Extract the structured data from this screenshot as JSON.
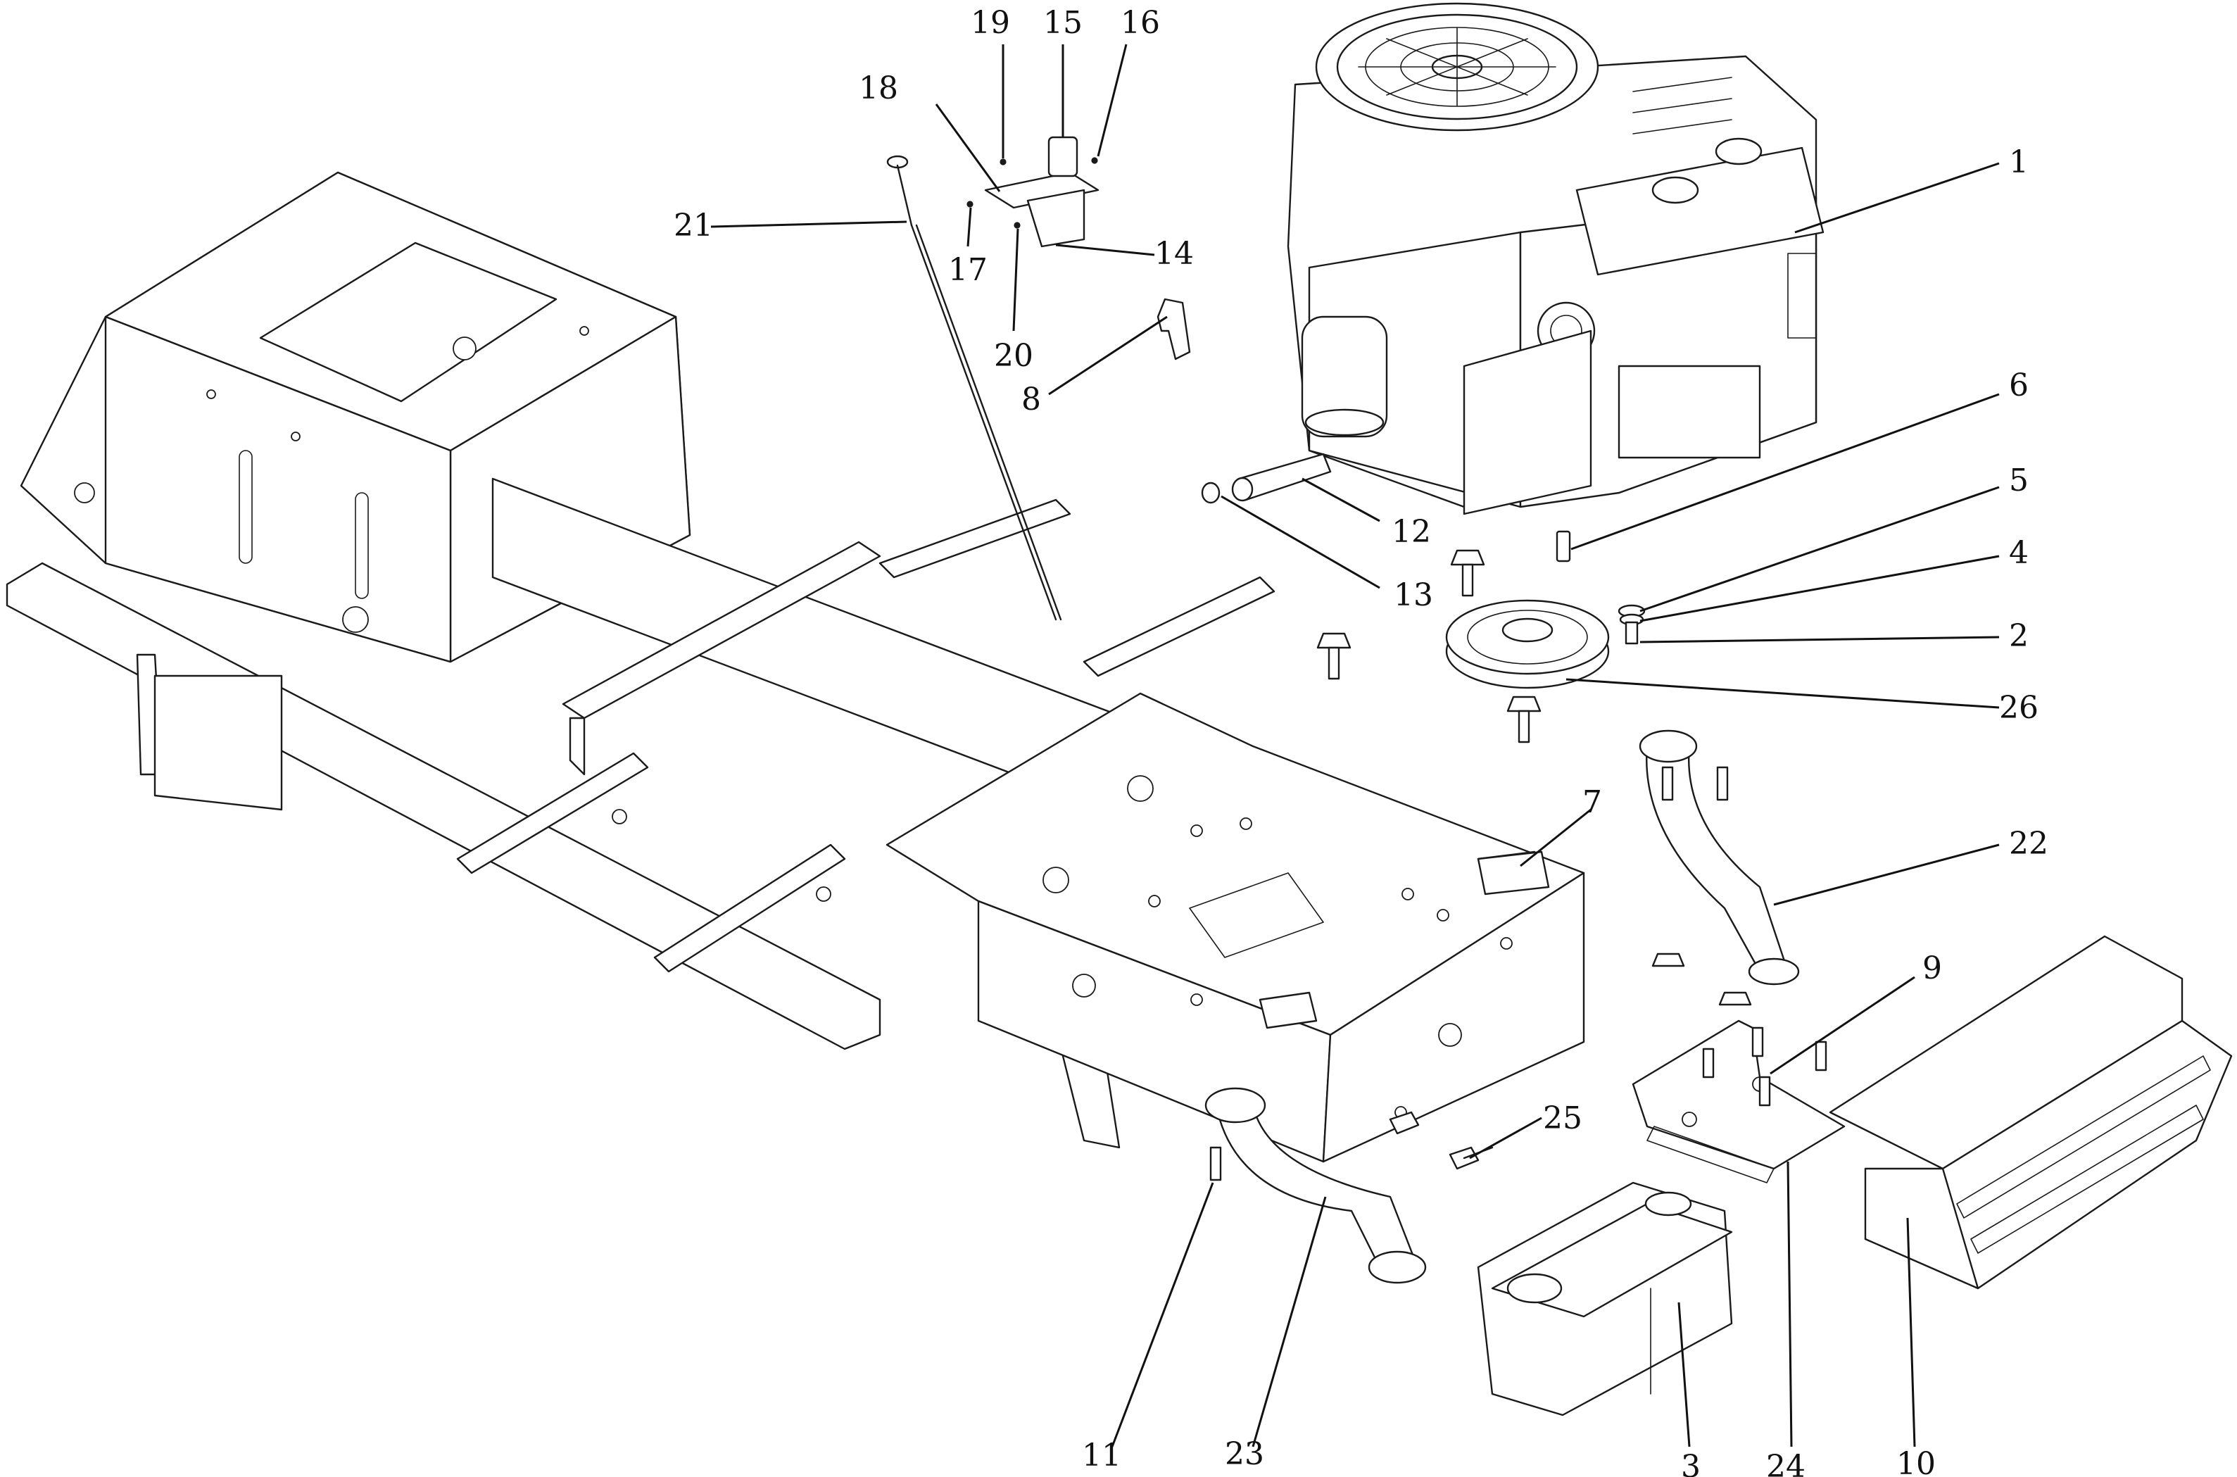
{
  "diagram": {
    "callouts": [
      {
        "id": "1",
        "label": "1",
        "part": "engine"
      },
      {
        "id": "2",
        "label": "2",
        "part": "bolt"
      },
      {
        "id": "3",
        "label": "3",
        "part": "muffler"
      },
      {
        "id": "4",
        "label": "4",
        "part": "lock-washer"
      },
      {
        "id": "5",
        "label": "5",
        "part": "flat-washer"
      },
      {
        "id": "6",
        "label": "6",
        "part": "key"
      },
      {
        "id": "7",
        "label": "7",
        "part": "decal"
      },
      {
        "id": "8",
        "label": "8",
        "part": "clip"
      },
      {
        "id": "9",
        "label": "9",
        "part": "bolt"
      },
      {
        "id": "10",
        "label": "10",
        "part": "muffler-guard"
      },
      {
        "id": "11",
        "label": "11",
        "part": "bolt"
      },
      {
        "id": "12",
        "label": "12",
        "part": "drain-hose"
      },
      {
        "id": "13",
        "label": "13",
        "part": "clamp"
      },
      {
        "id": "14",
        "label": "14",
        "part": "throttle-bracket"
      },
      {
        "id": "15",
        "label": "15",
        "part": "switch"
      },
      {
        "id": "16",
        "label": "16",
        "part": "screw"
      },
      {
        "id": "17",
        "label": "17",
        "part": "screw"
      },
      {
        "id": "18",
        "label": "18",
        "part": "bracket"
      },
      {
        "id": "19",
        "label": "19",
        "part": "screw"
      },
      {
        "id": "20",
        "label": "20",
        "part": "screw"
      },
      {
        "id": "21",
        "label": "21",
        "part": "choke-cable"
      },
      {
        "id": "22",
        "label": "22",
        "part": "exhaust-pipe-right"
      },
      {
        "id": "23",
        "label": "23",
        "part": "exhaust-pipe-left"
      },
      {
        "id": "24",
        "label": "24",
        "part": "muffler-bracket"
      },
      {
        "id": "25",
        "label": "25",
        "part": "bolt"
      },
      {
        "id": "26",
        "label": "26",
        "part": "pulley"
      }
    ]
  }
}
